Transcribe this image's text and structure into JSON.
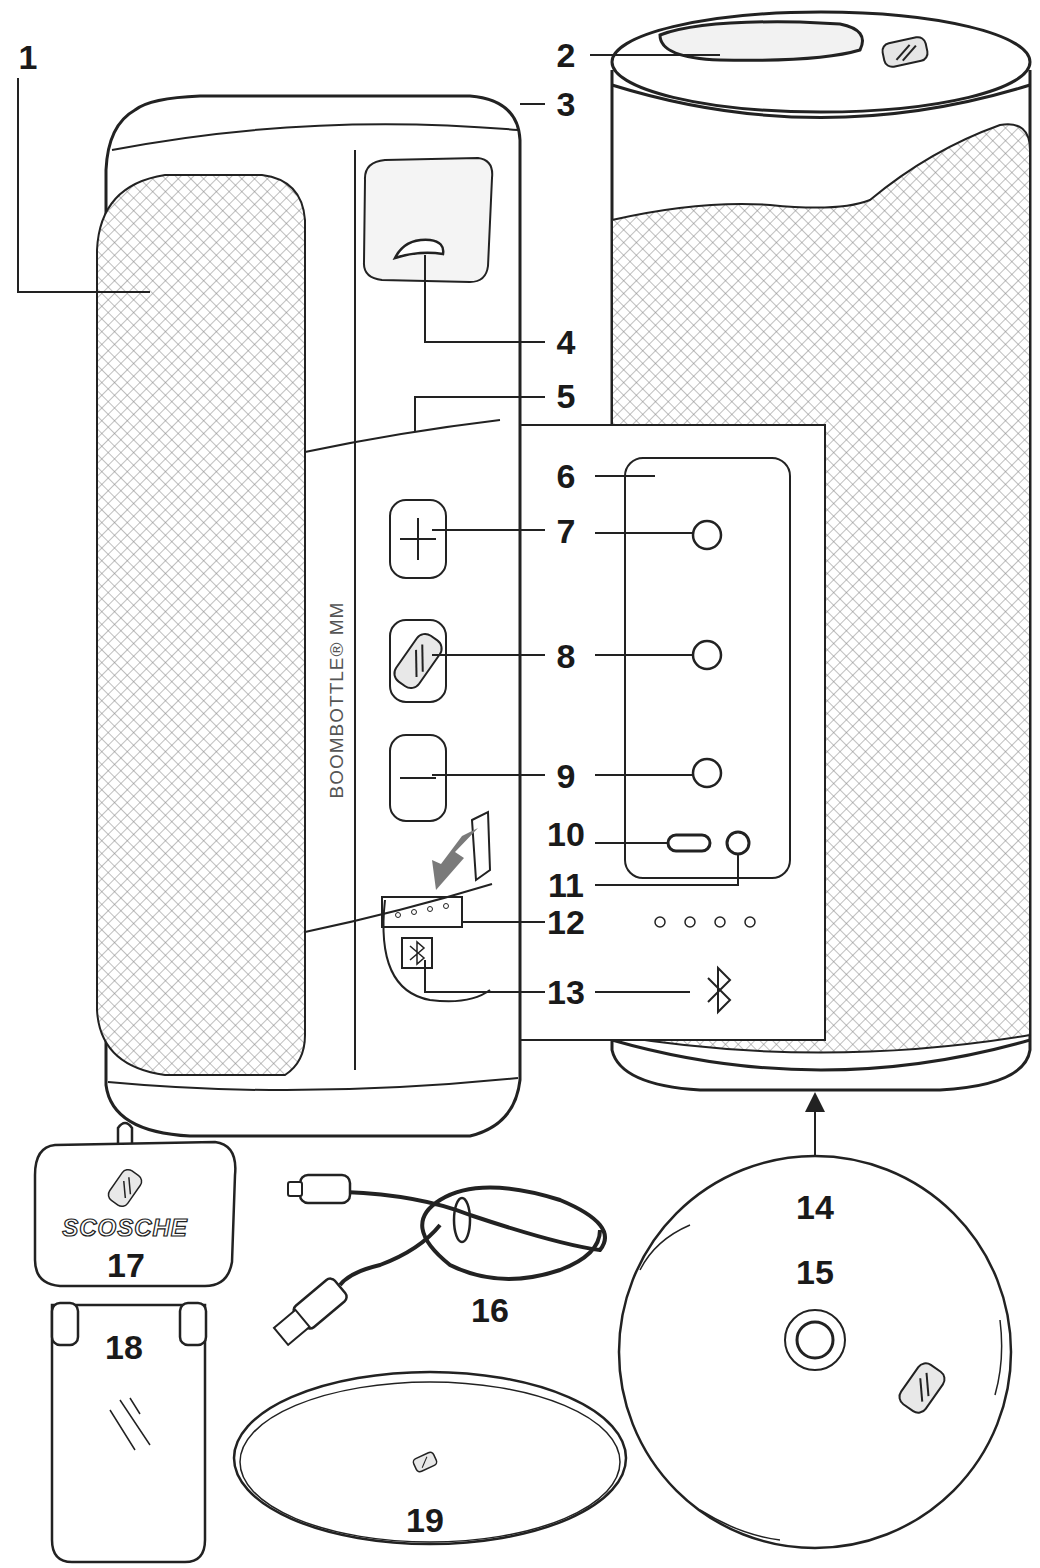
{
  "diagram": {
    "labels": [
      "1",
      "2",
      "3",
      "4",
      "5",
      "6",
      "7",
      "8",
      "9",
      "10",
      "11",
      "12",
      "13",
      "14",
      "15",
      "16",
      "17",
      "18",
      "19",
      "BOOMBOTTLE® MM",
      "SCOSCHE"
    ]
  }
}
